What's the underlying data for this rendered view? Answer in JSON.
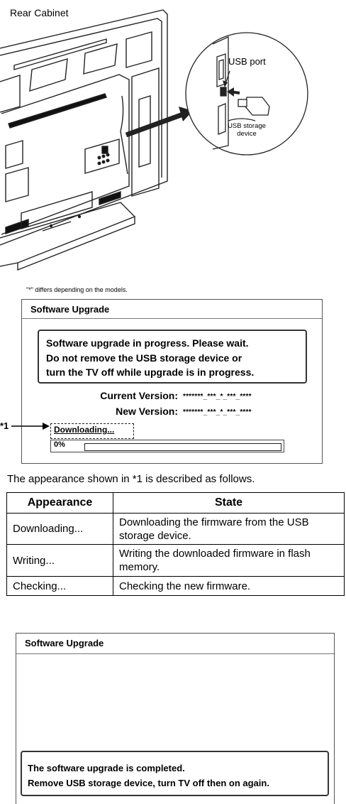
{
  "illustration": {
    "rear_cabinet_label": "Rear Cabinet",
    "usb_port_label": "USB port",
    "usb_device_label_line1": "USB storage",
    "usb_device_label_line2": "device"
  },
  "note": "\"*\" differs depending on the models.",
  "dialog1": {
    "title": "Software Upgrade",
    "message_line1": "Software upgrade in progress. Please wait.",
    "message_line2": "Do not remove the USB storage device or",
    "message_line3": "turn the TV off while upgrade is in progress.",
    "current_version_label": "Current Version:",
    "current_version_value": "*******_***_*_***_****",
    "new_version_label": "New Version:",
    "new_version_value": "*******_***_*_***_****",
    "status_text": "Downloading...",
    "status_marker": "*1",
    "progress_label": "0%",
    "progress_fraction": 0
  },
  "caption": "The appearance shown in *1 is described as follows.",
  "table": {
    "headers": [
      "Appearance",
      "State"
    ],
    "rows": [
      [
        "Downloading...",
        "Downloading the firmware from the USB storage device."
      ],
      [
        "Writing...",
        "Writing the downloaded firmware in flash memory."
      ],
      [
        "Checking...",
        "Checking the new firmware."
      ]
    ]
  },
  "dialog2": {
    "title": "Software Upgrade",
    "message_line1": "The software upgrade is completed.",
    "message_line2": "Remove USB storage device, turn TV off then on again."
  }
}
